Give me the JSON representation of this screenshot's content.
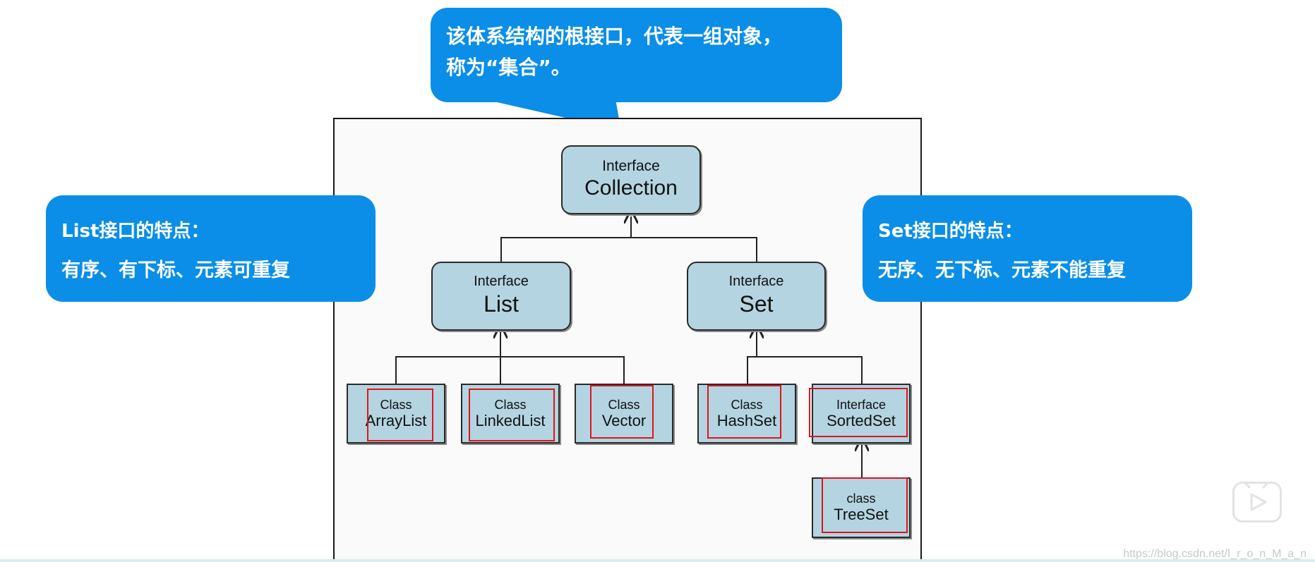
{
  "diagram": {
    "root": {
      "kind": "Interface",
      "name": "Collection"
    },
    "list": {
      "kind": "Interface",
      "name": "List"
    },
    "set": {
      "kind": "Interface",
      "name": "Set"
    },
    "arraylist": {
      "kind": "Class",
      "name": "ArrayList"
    },
    "linkedlist": {
      "kind": "Class",
      "name": "LinkedList"
    },
    "vector": {
      "kind": "Class",
      "name": "Vector"
    },
    "hashset": {
      "kind": "Class",
      "name": "HashSet"
    },
    "sortedset": {
      "kind": "Interface",
      "name": "SortedSet"
    },
    "treeset": {
      "kind": "class",
      "name": "TreeSet"
    }
  },
  "callouts": {
    "top": {
      "line1": "该体系结构的根接口，代表一组对象，",
      "line2": "称为“集合”。"
    },
    "left": {
      "line1": "List接口的特点：",
      "line2": "有序、有下标、元素可重复"
    },
    "right": {
      "line1": "Set接口的特点：",
      "line2": "无序、无下标、元素不能重复"
    }
  },
  "colors": {
    "callout": "#0a8ee8",
    "node_fill": "#b4d4e1",
    "highlight": "#e0141e"
  },
  "watermark": "https://blog.csdn.net/I_r_o_n_M_a_n",
  "icons": {
    "player": "play-icon"
  }
}
